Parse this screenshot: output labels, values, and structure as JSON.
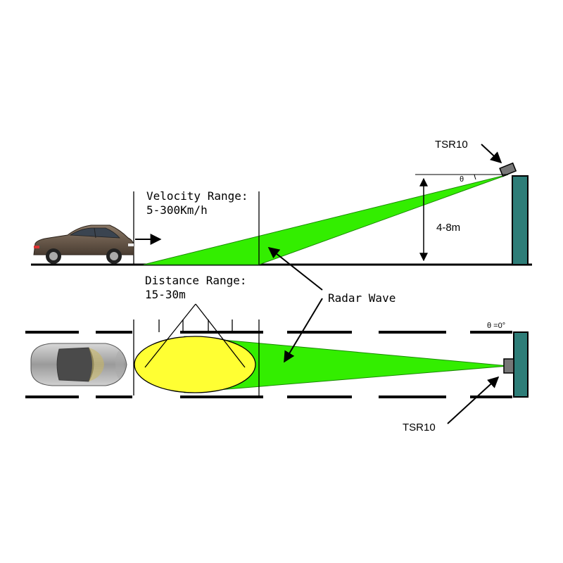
{
  "labels": {
    "velocity_range_title": "Velocity Range:",
    "velocity_range_value": "5-300Km/h",
    "height": "4-8m",
    "sensor_top": "TSR10",
    "sensor_bottom": "TSR10",
    "theta": "θ",
    "theta_zero": "θ =0°",
    "distance_range_title": "Distance Range:",
    "distance_range_value": "15-30m",
    "radar_wave": "Radar Wave"
  },
  "colors": {
    "radar_beam": "#33ee00",
    "detection_zone": "#ffff33",
    "pole": "#2e7d78",
    "car_body": "#6b5a4b",
    "car_top_body": "#b0b0b0"
  }
}
